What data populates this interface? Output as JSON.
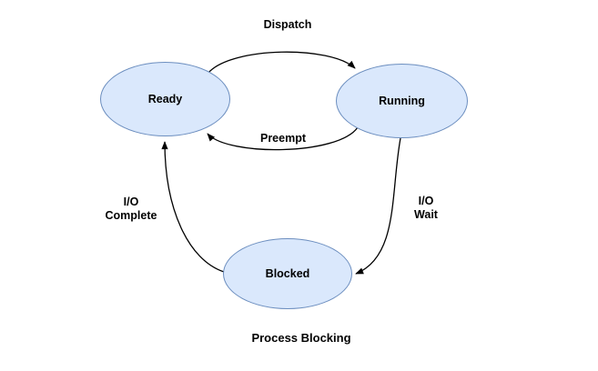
{
  "diagram": {
    "title": "Process Blocking",
    "colors": {
      "background": "#ffffff",
      "node_fill": "#dae8fc",
      "node_stroke": "#6c8ebf",
      "arrow": "#000000",
      "text": "#000000"
    },
    "nodes": [
      {
        "id": "ready",
        "label": "Ready"
      },
      {
        "id": "running",
        "label": "Running"
      },
      {
        "id": "blocked",
        "label": "Blocked"
      }
    ],
    "edges": [
      {
        "id": "dispatch",
        "label": "Dispatch",
        "from": "Ready",
        "to": "Running"
      },
      {
        "id": "preempt",
        "label": "Preempt",
        "from": "Running",
        "to": "Ready"
      },
      {
        "id": "io-wait",
        "label": "I/O Wait",
        "label_lines": [
          "I/O",
          "Wait"
        ],
        "from": "Running",
        "to": "Blocked"
      },
      {
        "id": "io-complete",
        "label": "I/O Complete",
        "label_lines": [
          "I/O",
          "Complete"
        ],
        "from": "Blocked",
        "to": "Ready"
      }
    ]
  }
}
